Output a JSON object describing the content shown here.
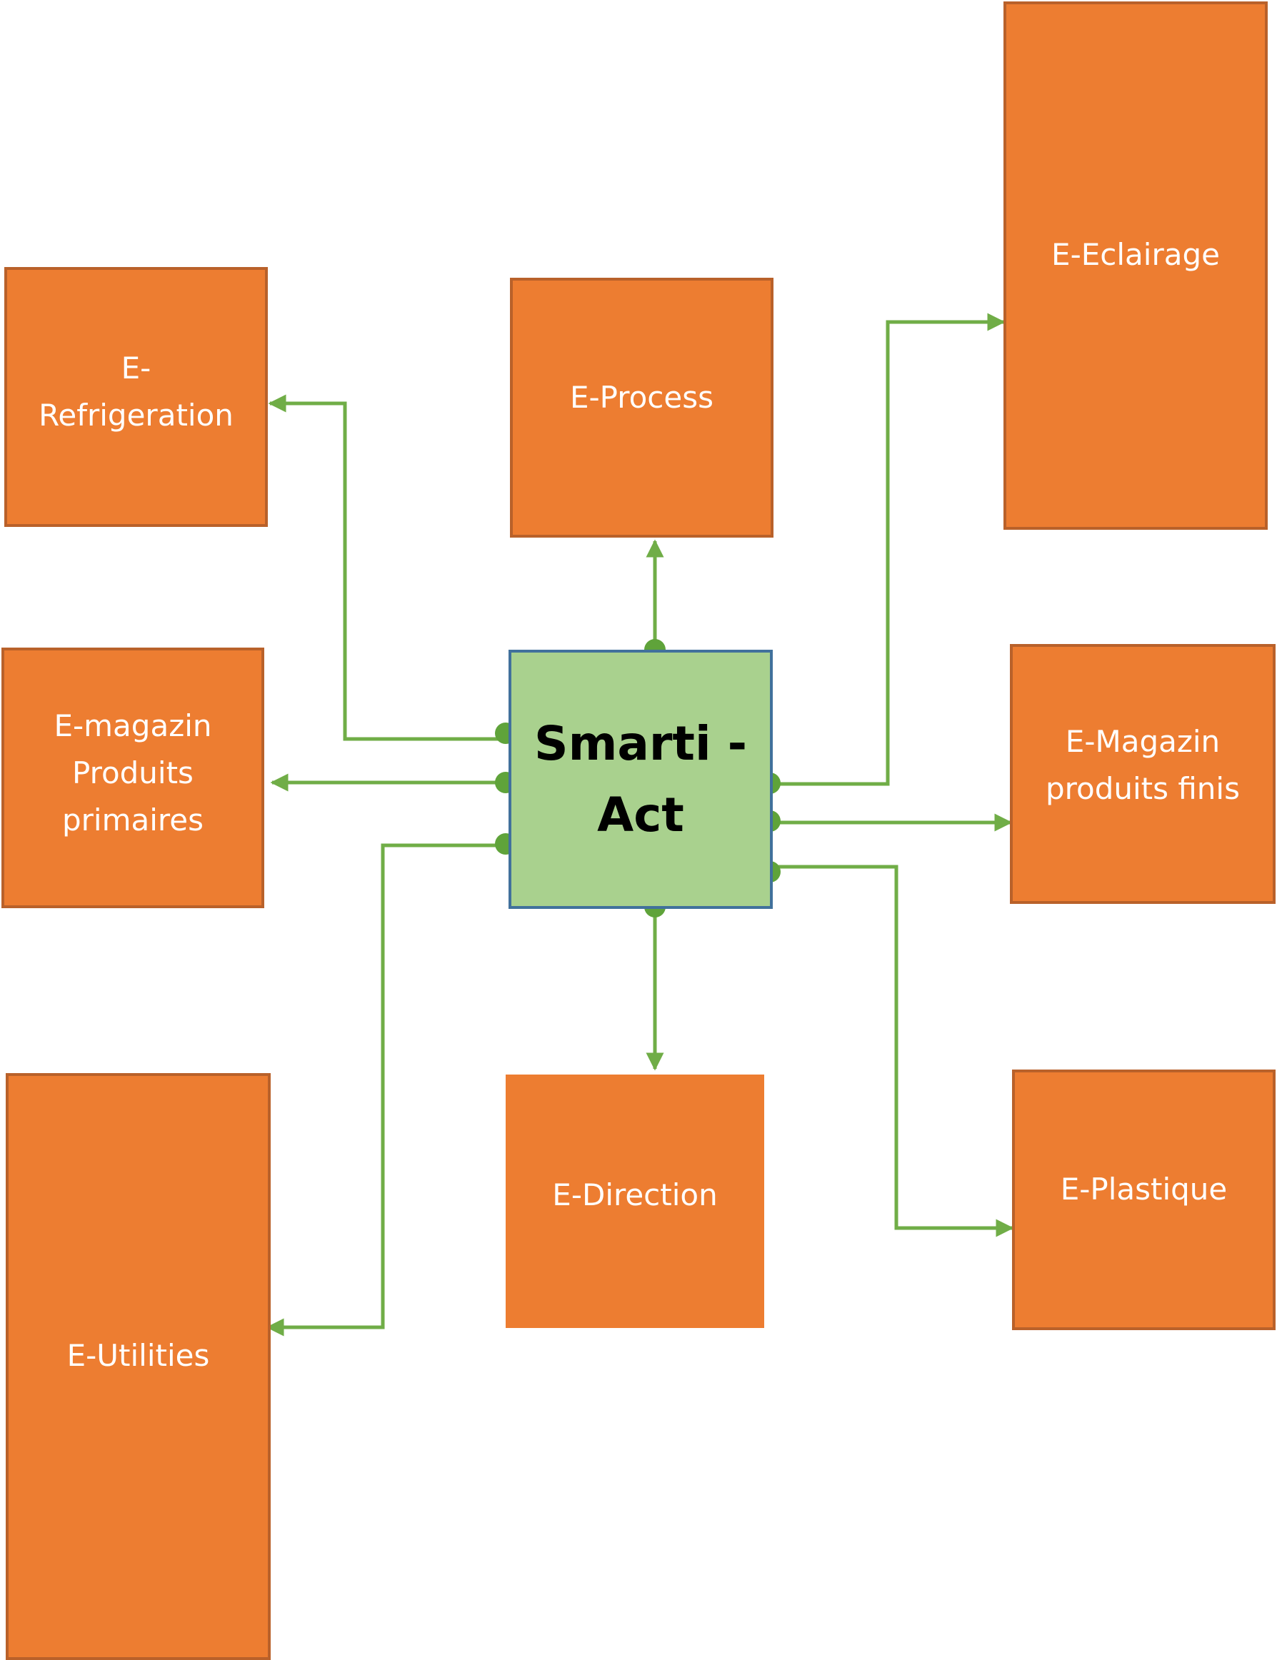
{
  "hub": {
    "line1": "Smarti -",
    "line2": "Act"
  },
  "nodes": {
    "refrigeration": {
      "line1": "E-",
      "line2": "Refrigeration"
    },
    "process": {
      "label": "E-Process"
    },
    "eclairage": {
      "label": "E-Eclairage"
    },
    "magazin_primaires": {
      "line1": "E-magazin",
      "line2": "Produits",
      "line3": "primaires"
    },
    "magazin_finis": {
      "line1": "E-Magazin",
      "line2": "produits finis"
    },
    "direction": {
      "label": "E-Direction"
    },
    "plastique": {
      "label": "E-Plastique"
    },
    "utilities": {
      "label": "E-Utilities"
    }
  },
  "colors": {
    "box_fill": "#ED7D31",
    "box_border": "#B9612A",
    "hub_fill": "#A9D18E",
    "hub_border": "#41719C",
    "connector": "#70AD47",
    "connector_dot": "#5FA33A"
  }
}
